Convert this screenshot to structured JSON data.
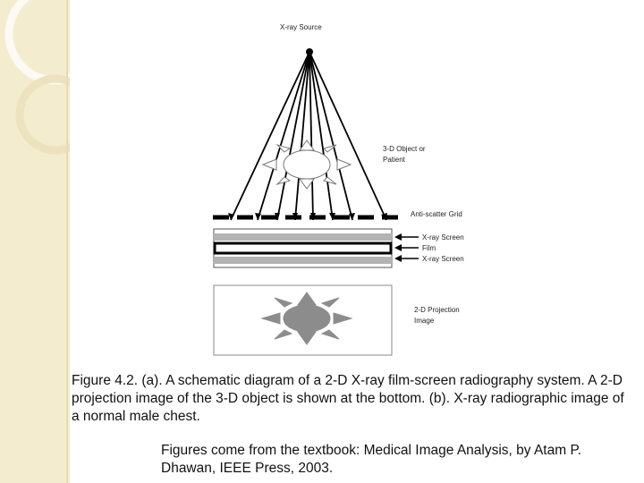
{
  "diagram": {
    "labels": {
      "source": "X-ray Source",
      "object": [
        "3-D Object or",
        "Patient"
      ],
      "grid": "Anti-scatter Grid",
      "screen_top": "X-ray Screen",
      "film": "Film",
      "screen_bottom": "X-ray Screen",
      "projection": [
        "2-D Projection",
        "Image"
      ]
    }
  },
  "caption": "Figure 4.2. (a). A schematic diagram of a 2-D X-ray film-screen radiography system. A 2-D projection image of the 3-D object is shown at the bottom. (b). X-ray radiographic image of a normal male chest.",
  "credit": "Figures come from the textbook: Medical Image Analysis, by Atam P. Dhawan, IEEE Press, 2003.",
  "colors": {
    "strip": "#f3eccf",
    "screen_gray": "#b3b3b3",
    "ellipse_gray": "#8c8c8c",
    "ray": "#000000"
  }
}
